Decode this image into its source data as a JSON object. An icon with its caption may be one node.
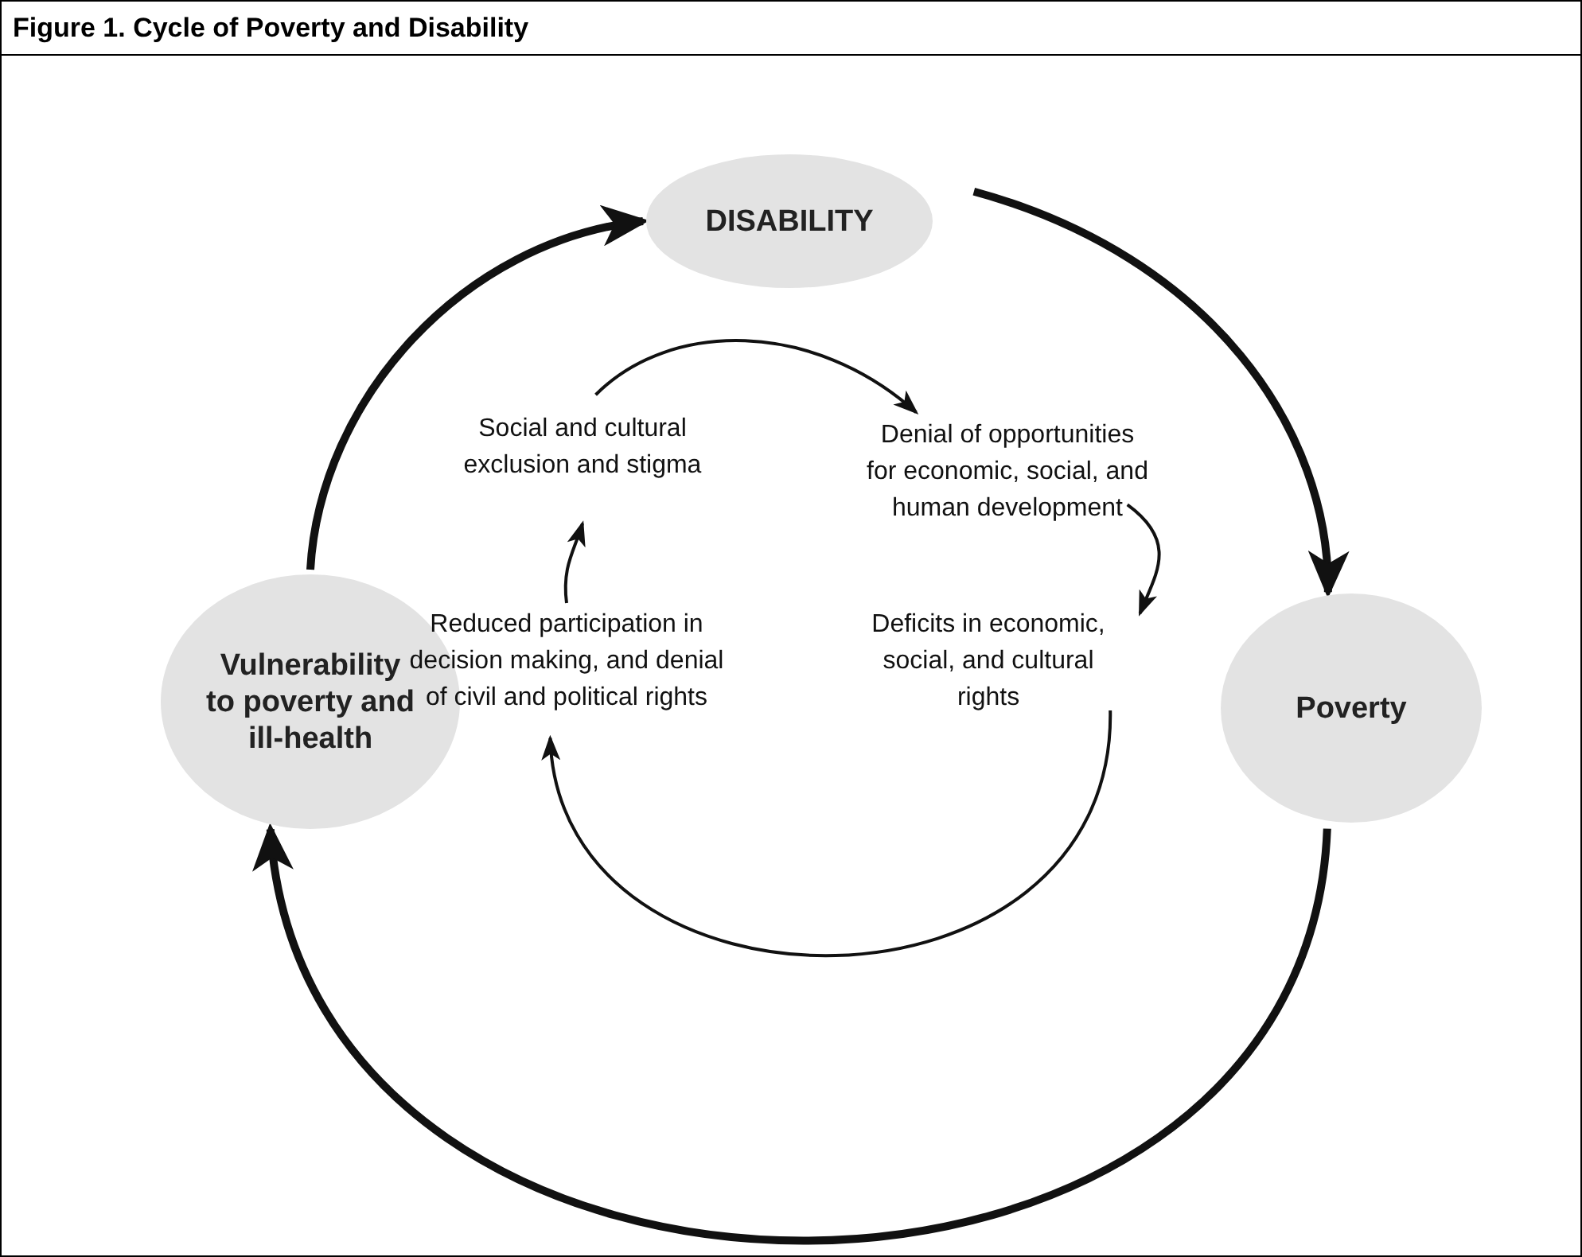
{
  "diagram": {
    "title": "Figure 1. Cycle of Poverty and Disability",
    "nodes": [
      {
        "text": [
          "DISABILITY"
        ]
      },
      {
        "text": [
          "Poverty"
        ]
      },
      {
        "text": [
          "Vulnerability to poverty and ill-health"
        ]
      },
      {
        "text": [
          "Social and cultural exclusion and stigma"
        ]
      },
      {
        "text": [
          "Denial of opportunities for economic, social, and human development"
        ]
      },
      {
        "text": [
          "Deficits in economic, social, and cultural rights"
        ]
      },
      {
        "text": [
          "Reduced participation in decision making, and denial of civil and political rights"
        ]
      }
    ],
    "edges": [
      {
        "from": 2,
        "to": 0,
        "arrow": "to",
        "style": "thick"
      },
      {
        "from": 0,
        "to": 1,
        "arrow": "to",
        "style": "thick"
      },
      {
        "from": 1,
        "to": 2,
        "arrow": "to",
        "style": "thick"
      },
      {
        "from": 3,
        "to": 4,
        "arrow": "to"
      },
      {
        "from": 4,
        "to": 5,
        "arrow": "to"
      },
      {
        "from": 5,
        "to": 6,
        "arrow": "to"
      },
      {
        "from": 6,
        "to": 3,
        "arrow": "to"
      }
    ]
  }
}
